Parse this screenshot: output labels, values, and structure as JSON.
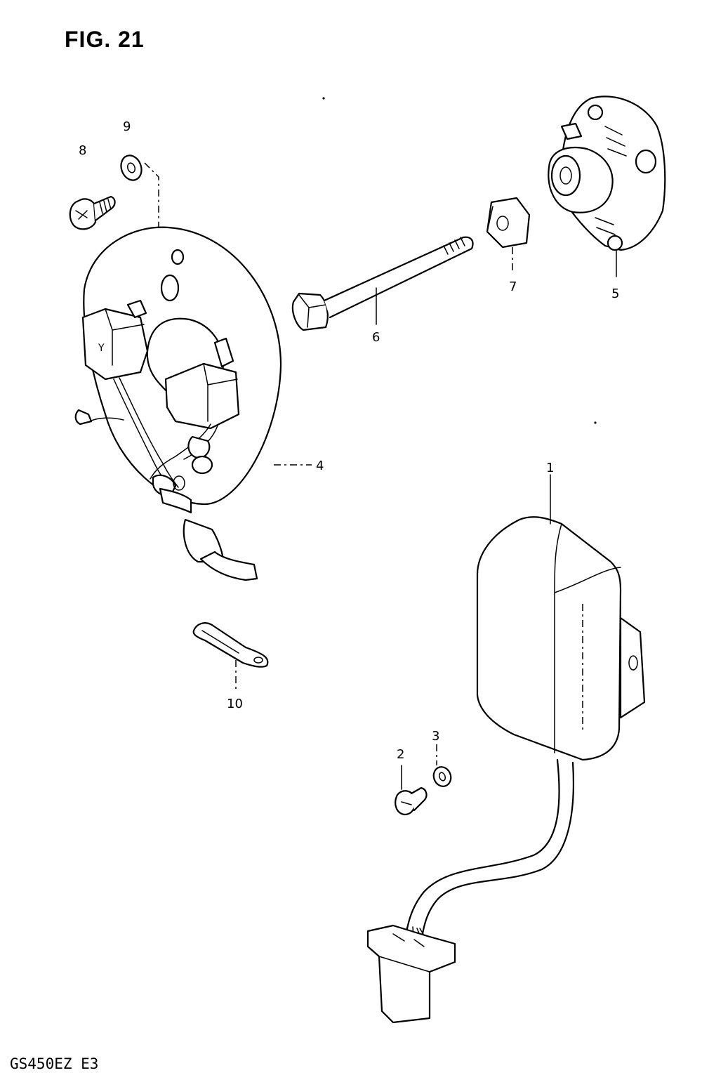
{
  "figure": {
    "title": "FIG. 21",
    "model_code": "GS450EZ  E3"
  },
  "callouts": [
    {
      "id": "1",
      "label": "1"
    },
    {
      "id": "2",
      "label": "2"
    },
    {
      "id": "3",
      "label": "3"
    },
    {
      "id": "4",
      "label": "4"
    },
    {
      "id": "5",
      "label": "5"
    },
    {
      "id": "6",
      "label": "6"
    },
    {
      "id": "7",
      "label": "7"
    },
    {
      "id": "8",
      "label": "8"
    },
    {
      "id": "9",
      "label": "9"
    },
    {
      "id": "10",
      "label": "10"
    }
  ]
}
